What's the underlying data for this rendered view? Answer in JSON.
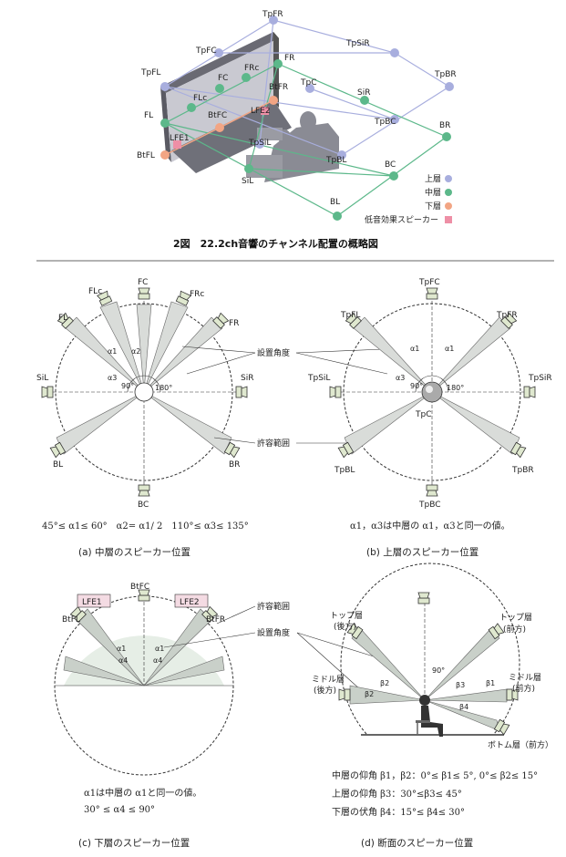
{
  "figure_title": "2図　22.2ch音響のチャンネル配置の概略図",
  "top_labels": {
    "TpFR": "TpFR",
    "TpFC": "TpFC",
    "TpFL": "TpFL",
    "TpSiR": "TpSiR",
    "TpBR": "TpBR",
    "FR": "FR",
    "FRc": "FRc",
    "FC": "FC",
    "FLc": "FLc",
    "FL": "FL",
    "TpC": "TpC",
    "SiR": "SiR",
    "BtFR": "BtFR",
    "BtFC": "BtFC",
    "LFE2": "LFE2",
    "LFE1": "LFE1",
    "TpBC": "TpBC",
    "BR": "BR",
    "BtFL": "BtFL",
    "TpSiL": "TpSiL",
    "TpBL": "TpBL",
    "BC": "BC",
    "SiL": "SiL",
    "BL": "BL"
  },
  "legend": {
    "upper": "上層",
    "middle": "中層",
    "lower": "下層",
    "lfe": "低音効果スピーカー",
    "colors": {
      "upper": "#a8aede",
      "middle": "#5cb88a",
      "lower": "#f2a584",
      "lfe": "#ee8fa6"
    }
  },
  "panel_a": {
    "labels": {
      "FC": "FC",
      "FLc": "FLc",
      "FRc": "FRc",
      "FL": "FL",
      "FR": "FR",
      "SiL": "SiL",
      "SiR": "SiR",
      "BL": "BL",
      "BR": "BR",
      "BC": "BC"
    },
    "angles": {
      "a1": "α1",
      "a2": "α2",
      "a3": "α3",
      "d90": "90°",
      "d180": "180°"
    },
    "formula": "45°≤ α1≤ 60°　α2= α1/ 2　110°≤ α3≤ 135°",
    "caption": "(a)  中層のスピーカー位置"
  },
  "callout_a": {
    "install": "設置角度",
    "allow": "許容範囲"
  },
  "panel_b": {
    "labels": {
      "TpFC": "TpFC",
      "TpFL": "TpFL",
      "TpFR": "TpFR",
      "TpSiL": "TpSiL",
      "TpSiR": "TpSiR",
      "TpC": "TpC",
      "TpBL": "TpBL",
      "TpBR": "TpBR",
      "TpBC": "TpBC"
    },
    "angles": {
      "a1": "α1",
      "a3": "α3",
      "d90": "90°",
      "d180": "180°"
    },
    "formula": "α1，α3は中層の α1，α3と同一の値。",
    "caption": "(b)  上層のスピーカー位置"
  },
  "panel_c": {
    "labels": {
      "BtFC": "BtFC",
      "BtFL": "BtFL",
      "BtFR": "BtFR",
      "LFE1": "LFE1",
      "LFE2": "LFE2"
    },
    "angles": {
      "a1": "α1",
      "a4": "α4"
    },
    "callout_allow": "許容範囲",
    "callout_install": "設置角度",
    "note1": "α1は中層の α1と同一の値。",
    "note2": "30° ≤ α4 ≤ 90°",
    "caption": "(c)  下層のスピーカー位置"
  },
  "panel_d": {
    "labels": {
      "top_back": "トップ層",
      "top_back2": "(後方)",
      "top_front": "トップ層",
      "top_front2": "(前方)",
      "mid_back": "ミドル層",
      "mid_back2": "(後方)",
      "mid_front": "ミドル層",
      "mid_front2": "(前方)",
      "bottom_front": "ボトム層（前方）"
    },
    "angles": {
      "b1": "β1",
      "b2": "β2",
      "b3": "β3",
      "b4": "β4",
      "d90": "90°"
    },
    "note1": "中層の仰角 β1，β2：0°≤ β1≤ 5°, 0°≤ β2≤ 15°",
    "note2": "上層の仰角 β3：30°≤β3≤ 45°",
    "note3": "下層の伏角 β4：15°≤ β4≤ 30°",
    "caption": "(d)  断面のスピーカー位置"
  }
}
